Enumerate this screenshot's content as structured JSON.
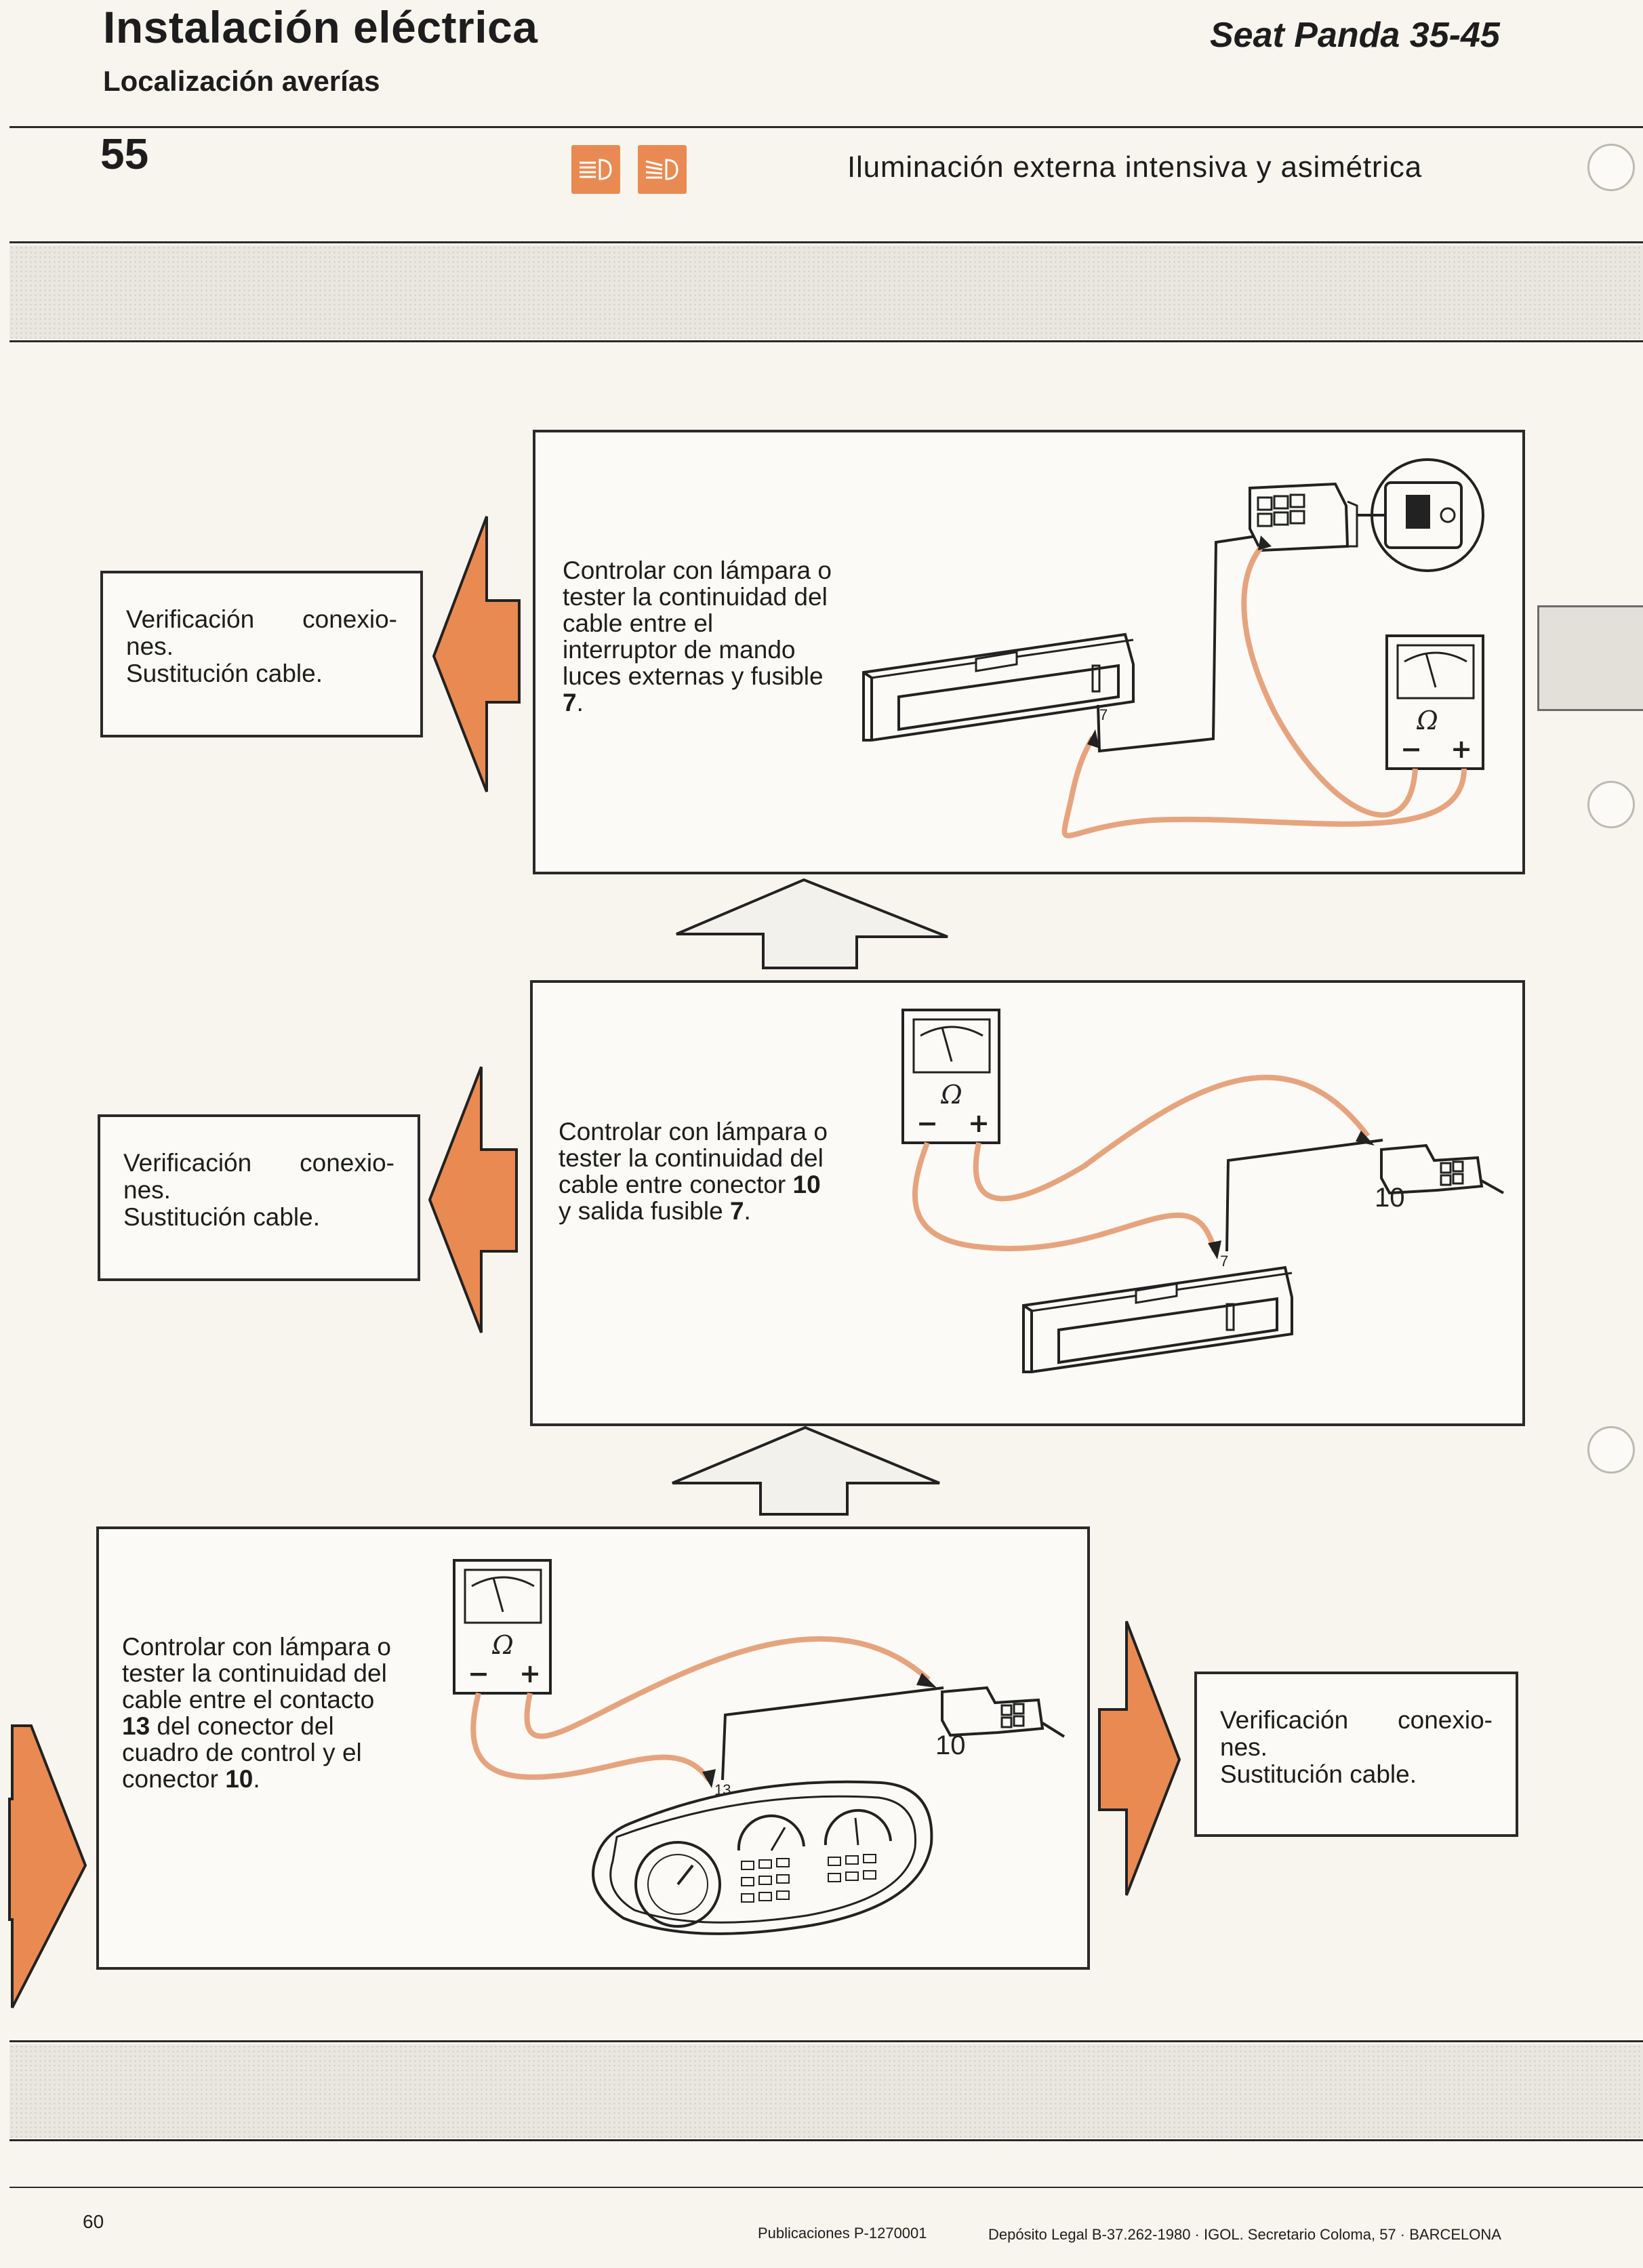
{
  "header": {
    "title": "Instalación eléctrica",
    "subtitle": "Localización averías",
    "brand": "Seat Panda 35-45",
    "page_code": "55",
    "topic": "Iluminación externa intensiva y asimétrica",
    "icons": [
      "high-beam-icon",
      "low-beam-icon"
    ]
  },
  "colors": {
    "accent": "#e98a52",
    "wire": "#e6a47e",
    "line": "#2a2a2a"
  },
  "steps": [
    {
      "text_before": "Controlar con lámpara o tester la continuidad del cable entre el interruptor de mando luces externas y fusible ",
      "ref": "7",
      "text_after": ".",
      "diagram_labels": {
        "fuse": "7",
        "meter_symbol": "Ω",
        "minus": "−",
        "plus": "+"
      },
      "side_action": {
        "line1_a": "Verificación",
        "line1_b": "conexio-",
        "line2": "nes.",
        "line3": "Sustitución cable."
      }
    },
    {
      "text_before": "Controlar con lámpara o tester la continuidad del cable entre conector ",
      "ref": "10",
      "text_mid": " y salida fusible ",
      "ref2": "7",
      "text_after": ".",
      "diagram_labels": {
        "connector": "10",
        "fuse": "7",
        "meter_symbol": "Ω",
        "minus": "−",
        "plus": "+"
      },
      "side_action": {
        "line1_a": "Verificación",
        "line1_b": "conexio-",
        "line2": "nes.",
        "line3": "Sustitución cable."
      }
    },
    {
      "text_before": "Controlar con lámpara o tester la continuidad del cable entre el contacto ",
      "ref": "13",
      "text_mid": " del conector del cuadro de control y el conector ",
      "ref2": "10",
      "text_after": ".",
      "diagram_labels": {
        "connector": "10",
        "contact": "13",
        "meter_symbol": "Ω",
        "minus": "−",
        "plus": "+"
      },
      "side_action": {
        "line1_a": "Verificación",
        "line1_b": "conexio-",
        "line2": "nes.",
        "line3": "Sustitución cable."
      }
    }
  ],
  "footer": {
    "page_number": "60",
    "publication": "Publicaciones P-1270001",
    "legal": "Depósito Legal B-37.262-1980 · IGOL. Secretario Coloma, 57 · BARCELONA"
  }
}
